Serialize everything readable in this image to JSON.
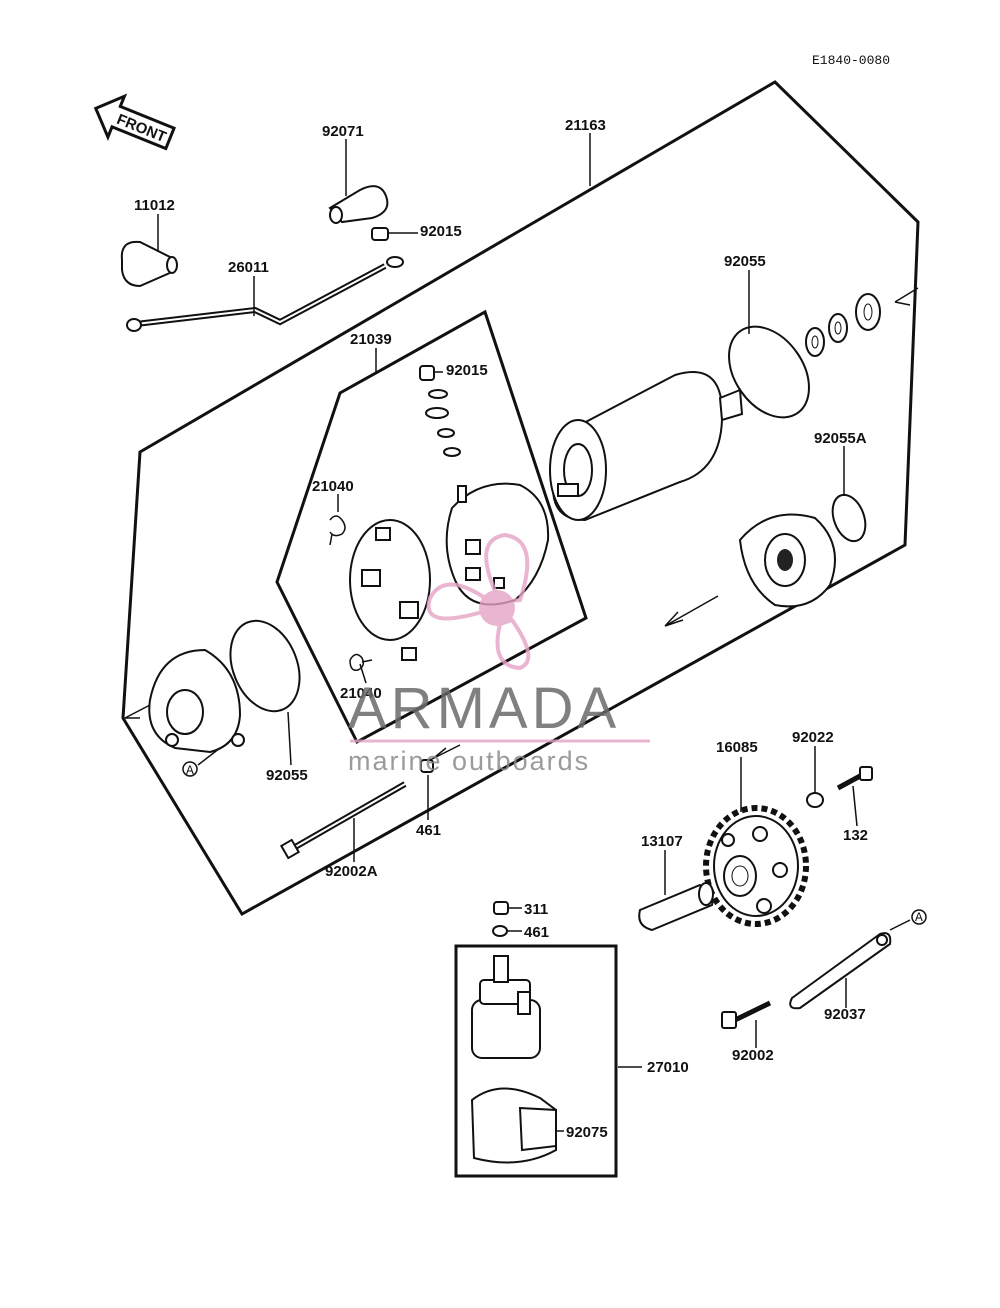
{
  "ref_code": "E1840-0080",
  "front_label": "FRONT",
  "parts": {
    "p21163": "21163",
    "p92071": "92071",
    "p11012": "11012",
    "p92015_top": "92015",
    "p26011": "26011",
    "p92055_top": "92055",
    "p21039": "21039",
    "p92015_mid": "92015",
    "p92055A": "92055A",
    "p21040_top": "21040",
    "p21040_bot": "21040",
    "p92055_bot": "92055",
    "p461_mid": "461",
    "p92002A": "92002A",
    "p16085": "16085",
    "p92022": "92022",
    "p132": "132",
    "p13107": "13107",
    "p311": "311",
    "p461_bot": "461",
    "p27010": "27010",
    "p92075": "92075",
    "p92037": "92037",
    "p92002": "92002"
  },
  "marker_letter": "A",
  "watermark": {
    "brand": "ARMADA",
    "tagline": "marine outboards",
    "colors": {
      "pink": "#e6a3c6",
      "gray": "#6b6b6b"
    }
  }
}
